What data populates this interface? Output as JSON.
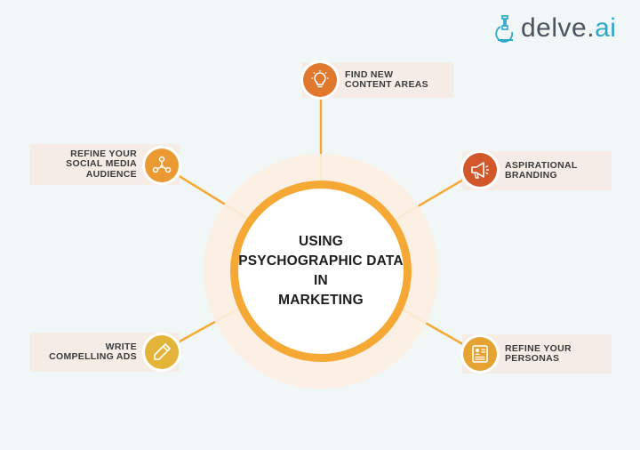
{
  "logo": {
    "text_main": "delve.",
    "text_accent": "ai"
  },
  "center": {
    "lines": [
      "USING",
      "PSYCHOGRAPHIC DATA",
      "IN",
      "MARKETING"
    ]
  },
  "nodes": [
    {
      "id": "content",
      "lines": [
        "FIND NEW",
        "CONTENT AREAS"
      ],
      "icon": "lightbulb-icon",
      "color": "#e0782e"
    },
    {
      "id": "branding",
      "lines": [
        "ASPIRATIONAL",
        "BRANDING"
      ],
      "icon": "megaphone-icon",
      "color": "#d2582c"
    },
    {
      "id": "personas",
      "lines": [
        "REFINE YOUR",
        "PERSONAS"
      ],
      "icon": "persona-card-icon",
      "color": "#e5a333"
    },
    {
      "id": "social",
      "lines": [
        "REFINE YOUR",
        "SOCIAL MEDIA",
        "AUDIENCE"
      ],
      "icon": "network-icon",
      "color": "#eb9a33"
    },
    {
      "id": "ads",
      "lines": [
        "WRITE",
        "COMPELLING ADS"
      ],
      "icon": "pencil-icon",
      "color": "#e3b43a"
    }
  ]
}
